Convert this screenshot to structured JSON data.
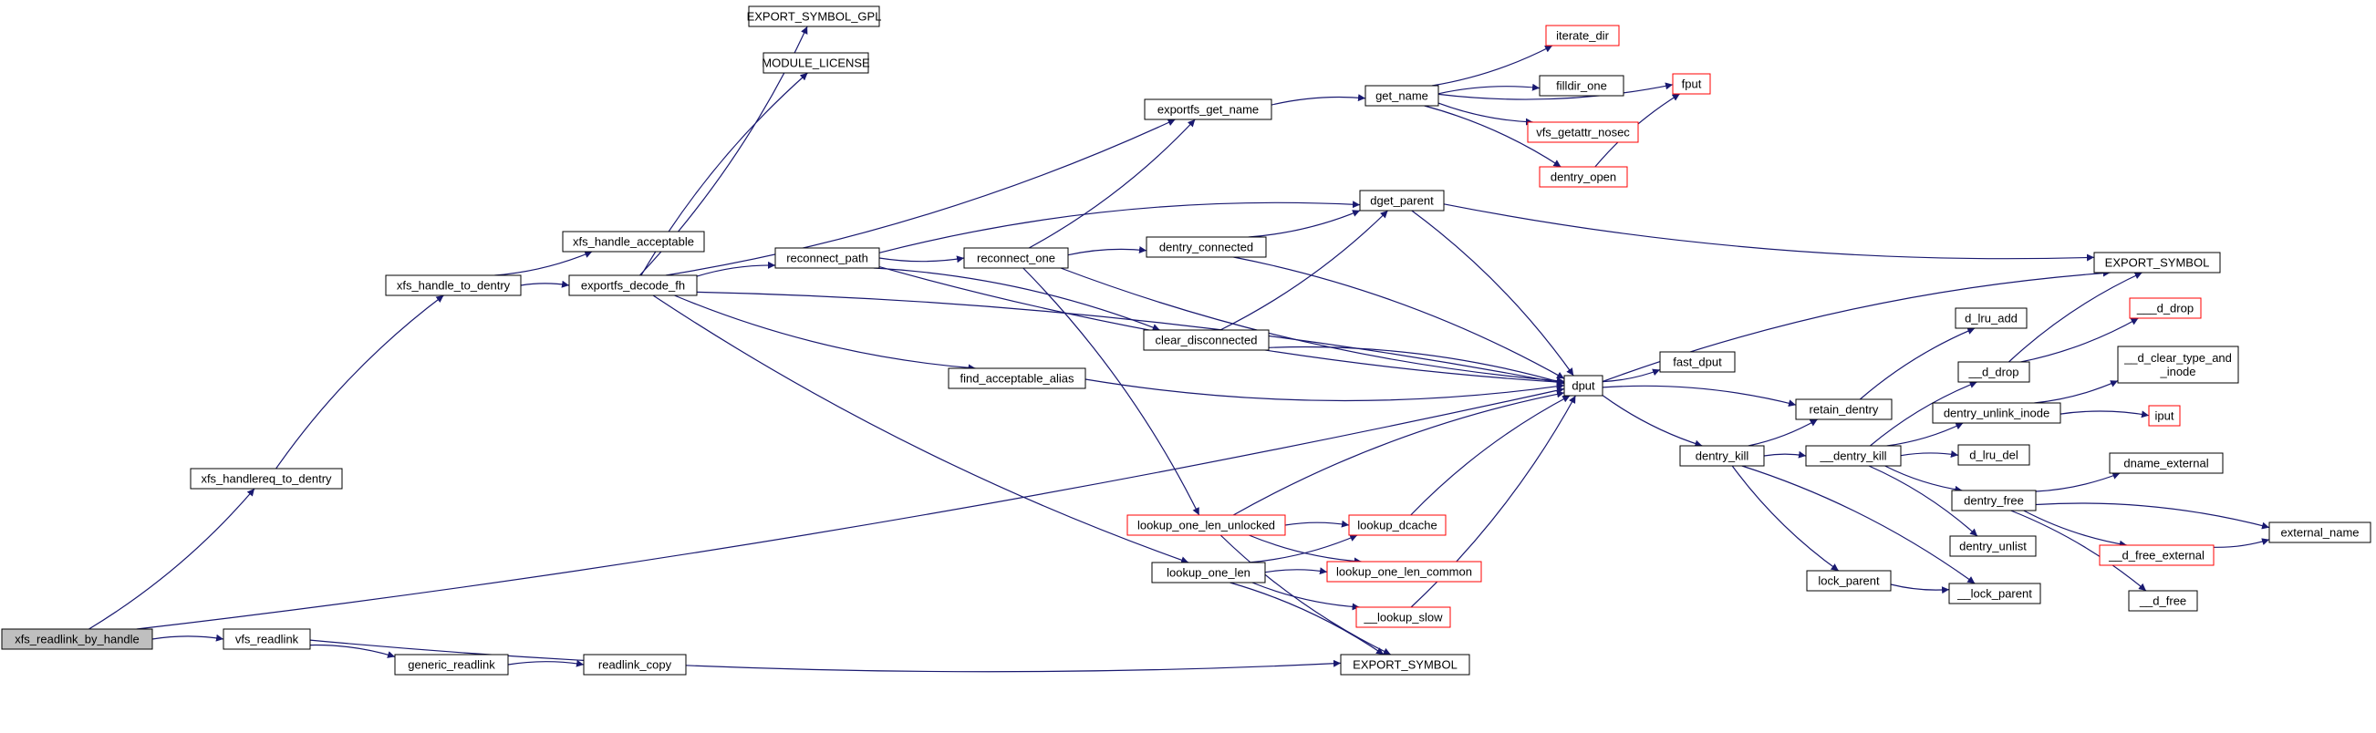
{
  "colors": {
    "edge": "#191970",
    "node_border_normal": "#000000",
    "node_border_truncated": "#ff0000",
    "node_fill_normal": "#ffffff",
    "node_fill_root": "#bfbfbf"
  },
  "nodes": [
    {
      "id": "xfs_readlink_by_handle",
      "label": "xfs_readlink_by_handle",
      "style": "root"
    },
    {
      "id": "xfs_handlereq_to_dentry",
      "label": "xfs_handlereq_to_dentry",
      "style": "normal"
    },
    {
      "id": "vfs_readlink",
      "label": "vfs_readlink",
      "style": "normal"
    },
    {
      "id": "xfs_handle_to_dentry",
      "label": "xfs_handle_to_dentry",
      "style": "normal"
    },
    {
      "id": "xfs_handle_acceptable",
      "label": "xfs_handle_acceptable",
      "style": "normal"
    },
    {
      "id": "exportfs_decode_fh",
      "label": "exportfs_decode_fh",
      "style": "normal"
    },
    {
      "id": "export_symbol_gpl",
      "label": "EXPORT_SYMBOL_GPL",
      "style": "normal"
    },
    {
      "id": "module_license",
      "label": "MODULE_LICENSE",
      "style": "normal"
    },
    {
      "id": "exportfs_get_name",
      "label": "exportfs_get_name",
      "style": "normal"
    },
    {
      "id": "get_name",
      "label": "get_name",
      "style": "normal"
    },
    {
      "id": "iterate_dir",
      "label": "iterate_dir",
      "style": "truncated"
    },
    {
      "id": "filldir_one",
      "label": "filldir_one",
      "style": "normal"
    },
    {
      "id": "vfs_getattr_nosec",
      "label": "vfs_getattr_nosec",
      "style": "truncated"
    },
    {
      "id": "dentry_open",
      "label": "dentry_open",
      "style": "truncated"
    },
    {
      "id": "fput",
      "label": "fput",
      "style": "truncated"
    },
    {
      "id": "reconnect_path",
      "label": "reconnect_path",
      "style": "normal"
    },
    {
      "id": "reconnect_one",
      "label": "reconnect_one",
      "style": "normal"
    },
    {
      "id": "dget_parent",
      "label": "dget_parent",
      "style": "normal"
    },
    {
      "id": "dentry_connected",
      "label": "dentry_connected",
      "style": "normal"
    },
    {
      "id": "clear_disconnected",
      "label": "clear_disconnected",
      "style": "normal"
    },
    {
      "id": "find_acceptable_alias",
      "label": "find_acceptable_alias",
      "style": "normal"
    },
    {
      "id": "dput",
      "label": "dput",
      "style": "normal"
    },
    {
      "id": "export_symbol_top",
      "label": "EXPORT_SYMBOL",
      "style": "normal"
    },
    {
      "id": "fast_dput",
      "label": "fast_dput",
      "style": "normal"
    },
    {
      "id": "d_lru_add",
      "label": "d_lru_add",
      "style": "normal"
    },
    {
      "id": "retain_dentry",
      "label": "retain_dentry",
      "style": "normal"
    },
    {
      "id": "dentry_kill",
      "label": "dentry_kill",
      "style": "normal"
    },
    {
      "id": "__dentry_kill",
      "label": "__dentry_kill",
      "style": "normal"
    },
    {
      "id": "__d_drop_normal",
      "label": "__d_drop",
      "style": "normal"
    },
    {
      "id": "___d_drop",
      "label": "___d_drop",
      "style": "truncated"
    },
    {
      "id": "__d_clear_type_and_inode",
      "label": "__d_clear_type_and\n_inode",
      "style": "normal"
    },
    {
      "id": "dentry_unlink_inode",
      "label": "dentry_unlink_inode",
      "style": "normal"
    },
    {
      "id": "iput",
      "label": "iput",
      "style": "truncated"
    },
    {
      "id": "d_lru_del",
      "label": "d_lru_del",
      "style": "normal"
    },
    {
      "id": "dentry_free",
      "label": "dentry_free",
      "style": "normal"
    },
    {
      "id": "dname_external",
      "label": "dname_external",
      "style": "normal"
    },
    {
      "id": "external_name",
      "label": "external_name",
      "style": "normal"
    },
    {
      "id": "__d_free_external",
      "label": "__d_free_external",
      "style": "truncated"
    },
    {
      "id": "__d_free",
      "label": "__d_free",
      "style": "normal"
    },
    {
      "id": "dentry_unlist",
      "label": "dentry_unlist",
      "style": "normal"
    },
    {
      "id": "lock_parent",
      "label": "lock_parent",
      "style": "normal"
    },
    {
      "id": "__lock_parent",
      "label": "__lock_parent",
      "style": "normal"
    },
    {
      "id": "lookup_one_len_unlocked",
      "label": "lookup_one_len_unlocked",
      "style": "truncated"
    },
    {
      "id": "lookup_dcache",
      "label": "lookup_dcache",
      "style": "truncated"
    },
    {
      "id": "lookup_one_len",
      "label": "lookup_one_len",
      "style": "normal"
    },
    {
      "id": "lookup_one_len_common",
      "label": "lookup_one_len_common",
      "style": "truncated"
    },
    {
      "id": "__lookup_slow",
      "label": "__lookup_slow",
      "style": "truncated"
    },
    {
      "id": "export_symbol_bottom",
      "label": "EXPORT_SYMBOL",
      "style": "normal"
    },
    {
      "id": "generic_readlink",
      "label": "generic_readlink",
      "style": "normal"
    },
    {
      "id": "readlink_copy",
      "label": "readlink_copy",
      "style": "normal"
    }
  ],
  "edges": [
    [
      "xfs_readlink_by_handle",
      "xfs_handlereq_to_dentry"
    ],
    [
      "xfs_readlink_by_handle",
      "vfs_readlink"
    ],
    [
      "xfs_readlink_by_handle",
      "dput"
    ],
    [
      "xfs_handlereq_to_dentry",
      "xfs_handle_to_dentry"
    ],
    [
      "xfs_handle_to_dentry",
      "xfs_handle_acceptable"
    ],
    [
      "xfs_handle_to_dentry",
      "exportfs_decode_fh"
    ],
    [
      "exportfs_decode_fh",
      "export_symbol_gpl"
    ],
    [
      "exportfs_decode_fh",
      "module_license"
    ],
    [
      "exportfs_decode_fh",
      "exportfs_get_name"
    ],
    [
      "exportfs_decode_fh",
      "reconnect_path"
    ],
    [
      "exportfs_decode_fh",
      "find_acceptable_alias"
    ],
    [
      "exportfs_decode_fh",
      "dput"
    ],
    [
      "exportfs_decode_fh",
      "lookup_one_len"
    ],
    [
      "exportfs_get_name",
      "get_name"
    ],
    [
      "get_name",
      "iterate_dir"
    ],
    [
      "get_name",
      "filldir_one"
    ],
    [
      "get_name",
      "vfs_getattr_nosec"
    ],
    [
      "get_name",
      "dentry_open"
    ],
    [
      "get_name",
      "fput"
    ],
    [
      "dentry_open",
      "fput"
    ],
    [
      "reconnect_path",
      "reconnect_one"
    ],
    [
      "reconnect_path",
      "dget_parent"
    ],
    [
      "reconnect_path",
      "dput"
    ],
    [
      "reconnect_path",
      "clear_disconnected"
    ],
    [
      "reconnect_one",
      "exportfs_get_name"
    ],
    [
      "reconnect_one",
      "dentry_connected"
    ],
    [
      "reconnect_one",
      "dput"
    ],
    [
      "reconnect_one",
      "lookup_one_len_unlocked"
    ],
    [
      "dentry_connected",
      "dget_parent"
    ],
    [
      "dentry_connected",
      "dput"
    ],
    [
      "clear_disconnected",
      "dget_parent"
    ],
    [
      "clear_disconnected",
      "dput"
    ],
    [
      "dget_parent",
      "export_symbol_top"
    ],
    [
      "dget_parent",
      "dput"
    ],
    [
      "find_acceptable_alias",
      "dput"
    ],
    [
      "dput",
      "export_symbol_top"
    ],
    [
      "dput",
      "fast_dput"
    ],
    [
      "dput",
      "retain_dentry"
    ],
    [
      "dput",
      "dentry_kill"
    ],
    [
      "retain_dentry",
      "d_lru_add"
    ],
    [
      "dentry_kill",
      "retain_dentry"
    ],
    [
      "dentry_kill",
      "__dentry_kill"
    ],
    [
      "dentry_kill",
      "lock_parent"
    ],
    [
      "dentry_kill",
      "__lock_parent"
    ],
    [
      "lock_parent",
      "__lock_parent"
    ],
    [
      "__dentry_kill",
      "__d_drop_normal"
    ],
    [
      "__dentry_kill",
      "dentry_unlink_inode"
    ],
    [
      "__dentry_kill",
      "d_lru_del"
    ],
    [
      "__dentry_kill",
      "dentry_free"
    ],
    [
      "__dentry_kill",
      "dentry_unlist"
    ],
    [
      "__d_drop_normal",
      "___d_drop"
    ],
    [
      "__d_drop_normal",
      "export_symbol_top"
    ],
    [
      "dentry_unlink_inode",
      "__d_clear_type_and_inode"
    ],
    [
      "dentry_unlink_inode",
      "iput"
    ],
    [
      "dentry_free",
      "dname_external"
    ],
    [
      "dentry_free",
      "external_name"
    ],
    [
      "dentry_free",
      "__d_free_external"
    ],
    [
      "dentry_free",
      "__d_free"
    ],
    [
      "__d_free_external",
      "external_name"
    ],
    [
      "lookup_one_len_unlocked",
      "lookup_dcache"
    ],
    [
      "lookup_one_len_unlocked",
      "lookup_one_len_common"
    ],
    [
      "lookup_one_len_unlocked",
      "dput"
    ],
    [
      "lookup_one_len_unlocked",
      "export_symbol_bottom"
    ],
    [
      "lookup_dcache",
      "dput"
    ],
    [
      "lookup_one_len",
      "lookup_dcache"
    ],
    [
      "lookup_one_len",
      "lookup_one_len_common"
    ],
    [
      "lookup_one_len",
      "__lookup_slow"
    ],
    [
      "lookup_one_len",
      "export_symbol_bottom"
    ],
    [
      "__lookup_slow",
      "dput"
    ],
    [
      "vfs_readlink",
      "generic_readlink"
    ],
    [
      "vfs_readlink",
      "export_symbol_bottom"
    ],
    [
      "generic_readlink",
      "readlink_copy"
    ]
  ]
}
